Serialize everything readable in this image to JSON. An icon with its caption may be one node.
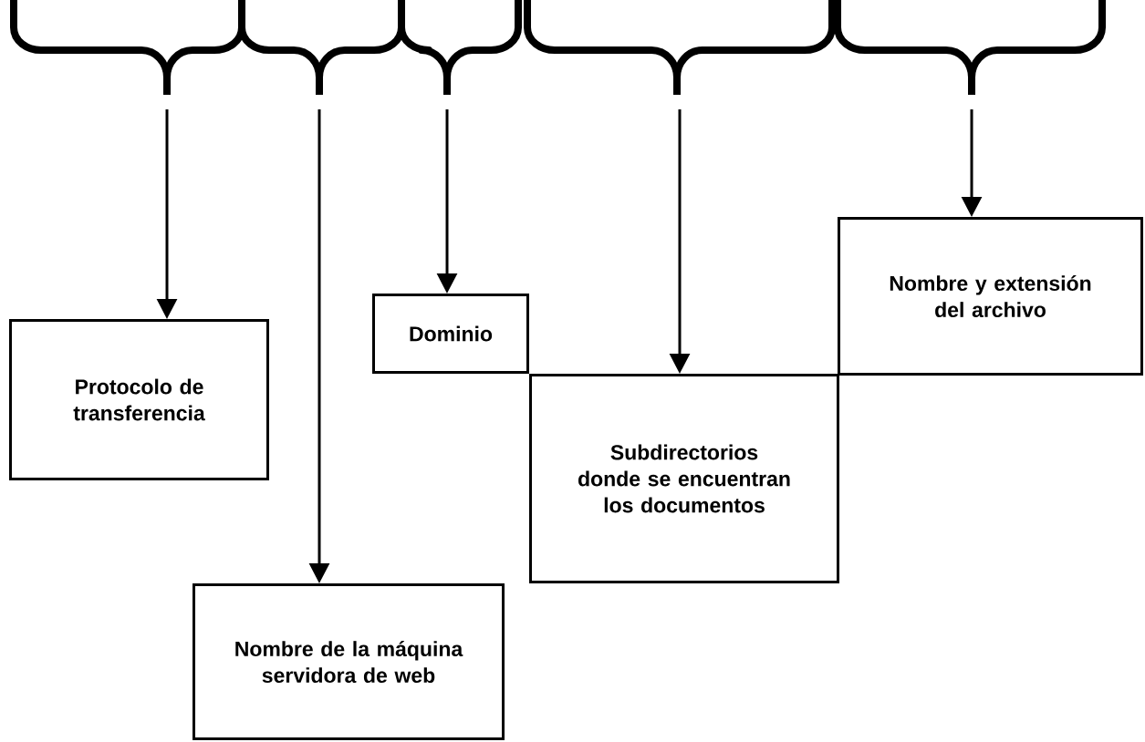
{
  "diagram": {
    "nodes": [
      {
        "text": [
          "Protocolo de transferencia"
        ]
      },
      {
        "text": [
          "Nombre de la máquina servidora de web"
        ]
      },
      {
        "text": [
          "Dominio"
        ]
      },
      {
        "text": [
          "Subdirectorios donde se encuentran los documentos"
        ]
      },
      {
        "text": [
          "Nombre y extensión del archivo"
        ]
      }
    ],
    "edges": [
      {
        "from": null,
        "to": 0,
        "arrow": "to"
      },
      {
        "from": null,
        "to": 1,
        "arrow": "to"
      },
      {
        "from": null,
        "to": 2,
        "arrow": "to"
      },
      {
        "from": null,
        "to": 3,
        "arrow": "to"
      },
      {
        "from": null,
        "to": 4,
        "arrow": "to"
      }
    ]
  }
}
